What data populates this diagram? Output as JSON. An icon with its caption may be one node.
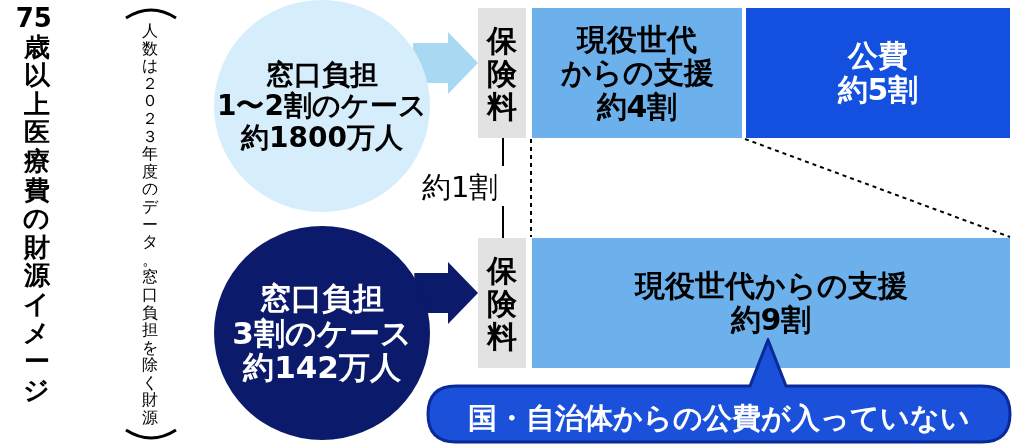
{
  "diagram": {
    "title": "75歳以上医療費の財源イメージ",
    "nodes": [
      {
        "text": [
          "窓口負担1〜2割のケース約1800万人"
        ]
      },
      {
        "text": [
          "保険料"
        ]
      },
      {
        "text": [
          "現役世代からの支援",
          "約4割"
        ]
      },
      {
        "text": [
          "公費",
          "約5割"
        ]
      },
      {
        "text": [
          "窓口負担3割のケース約142万人"
        ]
      },
      {
        "text": [
          "保険料"
        ]
      },
      {
        "text": [
          "現役世代からの支援",
          "約9割"
        ]
      },
      {
        "text": [
          "国・自治体からの公費が入っていない"
        ]
      }
    ],
    "edges": [
      {
        "from": 0,
        "to": 1,
        "arrow": "to",
        "style": "thick",
        "color": "#a9d9f2"
      },
      {
        "from": 4,
        "to": 5,
        "arrow": "to",
        "style": "thick",
        "color": "#0b1a6b"
      },
      {
        "from": 2,
        "to": 6,
        "arrow": "none",
        "style": "dashed"
      },
      {
        "from": 3,
        "to": 6,
        "arrow": "none",
        "style": "dashed"
      }
    ],
    "labels": [
      "人数は２０２３年度のデータ。窓口負担を除く財源",
      "約1割"
    ]
  }
}
